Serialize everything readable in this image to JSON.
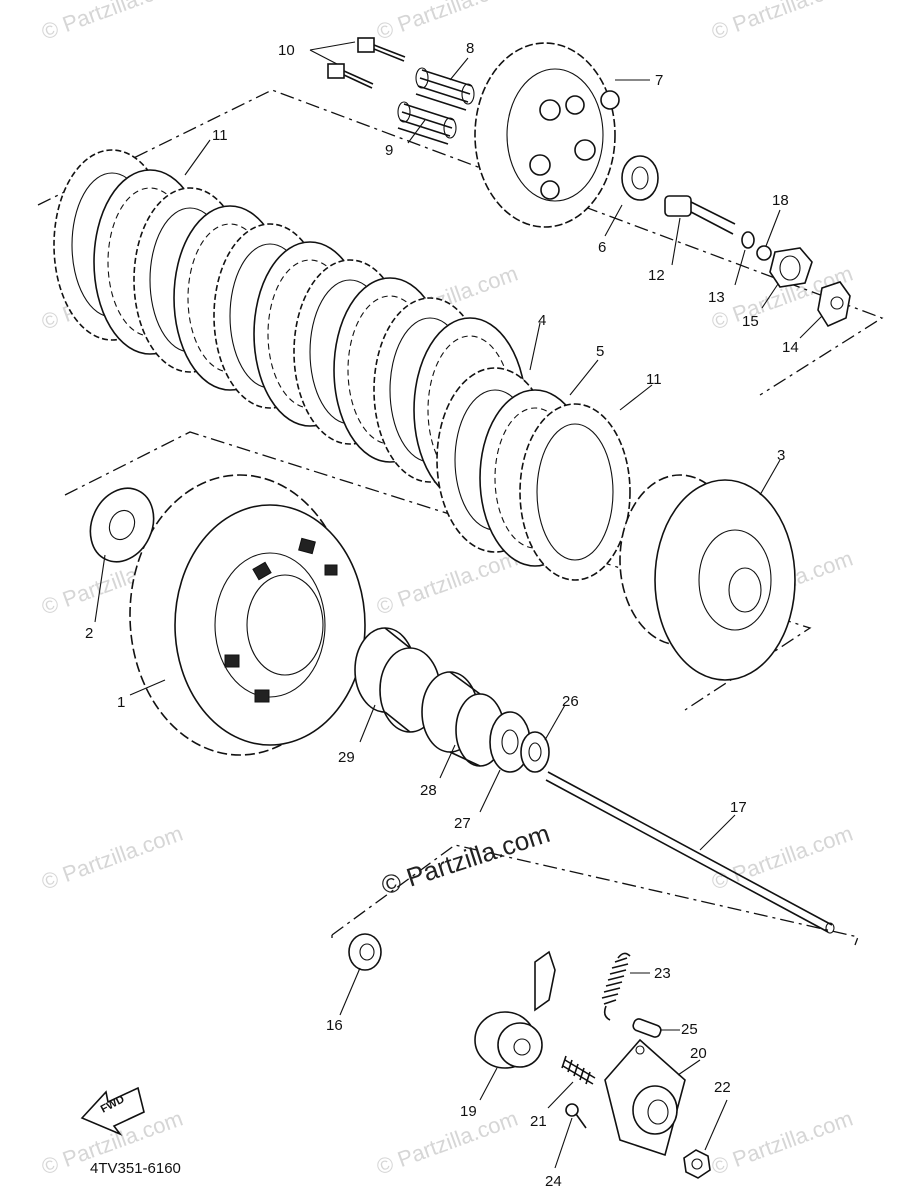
{
  "diagram_code": "4TV351-6160",
  "fwd_label": "FWD",
  "watermark": "© Partzilla.com",
  "callouts": {
    "p1": "1",
    "p2": "2",
    "p3": "3",
    "p4": "4",
    "p5": "5",
    "p6": "6",
    "p7": "7",
    "p8": "8",
    "p9": "9",
    "p10": "10",
    "p11a": "11",
    "p11b": "11",
    "p12": "12",
    "p13": "13",
    "p14": "14",
    "p15": "15",
    "p16": "16",
    "p17": "17",
    "p18": "18",
    "p19": "19",
    "p20": "20",
    "p21": "21",
    "p22": "22",
    "p23": "23",
    "p24": "24",
    "p25": "25",
    "p26": "26",
    "p27": "27",
    "p28": "28",
    "p29": "29"
  }
}
